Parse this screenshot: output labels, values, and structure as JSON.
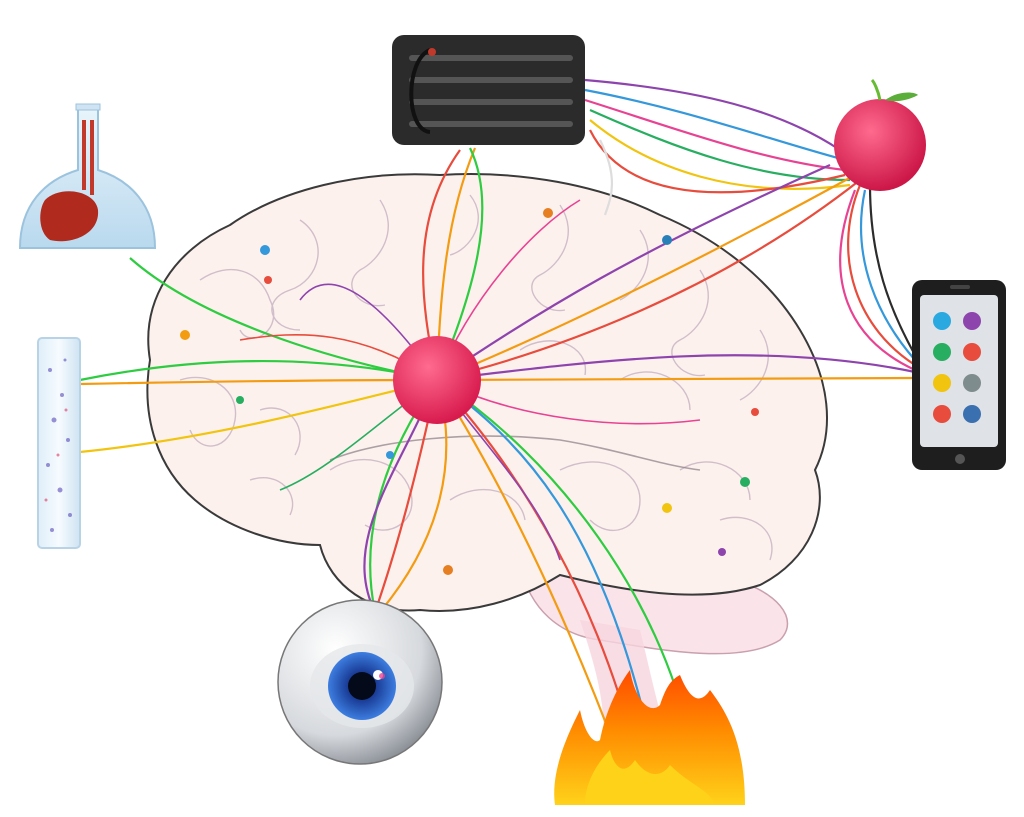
{
  "figure": {
    "description_visible_text": "",
    "nodes": [
      {
        "id": "brain",
        "icon": "brain-icon"
      },
      {
        "id": "hub",
        "icon": "hub-node-icon",
        "color": "#e8265a"
      },
      {
        "id": "flask",
        "icon": "flask-icon"
      },
      {
        "id": "test-tube",
        "icon": "test-tube-icon"
      },
      {
        "id": "device",
        "icon": "dark-device-icon"
      },
      {
        "id": "apple",
        "icon": "apple-icon",
        "color": "#e3285a"
      },
      {
        "id": "phone",
        "icon": "smartphone-icon"
      },
      {
        "id": "eye",
        "icon": "eyeball-icon",
        "color": "#1d4fa8"
      },
      {
        "id": "fire",
        "icon": "fire-icon",
        "color": "#ff6a00"
      }
    ],
    "connection_colors": [
      "#f39c12",
      "#2ecc40",
      "#e74c3c",
      "#8e44ad",
      "#e84393",
      "#3498db",
      "#27ae60",
      "#f1c40f"
    ],
    "phone_button_colors": [
      "#2aa9e0",
      "#8e44ad",
      "#27ae60",
      "#e74c3c",
      "#f1c40f",
      "#7f8c8d",
      "#e74c3c",
      "#3a6fb0"
    ]
  }
}
